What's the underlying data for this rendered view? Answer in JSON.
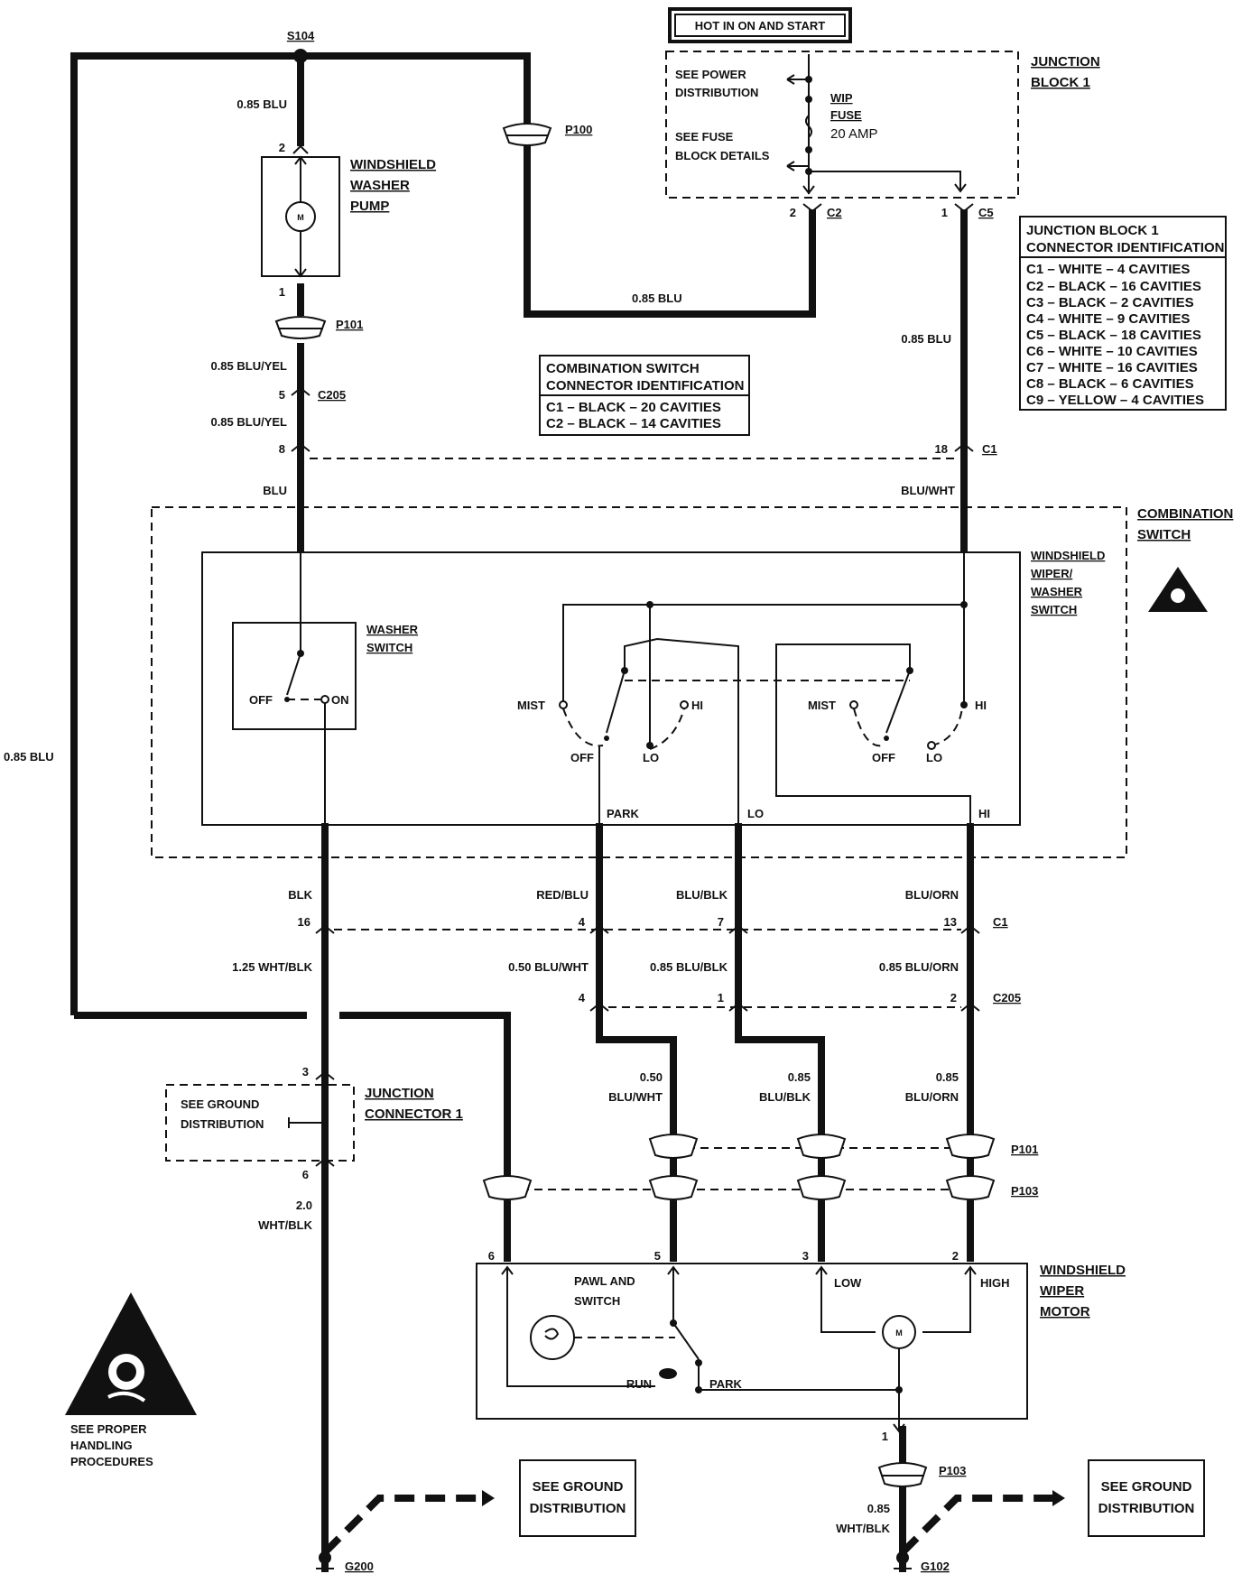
{
  "hot_banner": "HOT IN ON AND START",
  "junction_block_1": {
    "title": [
      "JUNCTION",
      "BLOCK 1"
    ],
    "see_power": [
      "SEE POWER",
      "DISTRIBUTION"
    ],
    "see_fuse": [
      "SEE FUSE",
      "BLOCK DETAILS"
    ],
    "fuse_name": [
      "WIP",
      "FUSE"
    ],
    "fuse_rating": "20 AMP"
  },
  "jb1_connector_id": {
    "title": [
      "JUNCTION BLOCK 1",
      "CONNECTOR IDENTIFICATION"
    ],
    "rows": [
      "C1 – WHITE – 4 CAVITIES",
      "C2 – BLACK – 16 CAVITIES",
      "C3 – BLACK – 2 CAVITIES",
      "C4 – WHITE – 9 CAVITIES",
      "C5 – BLACK – 18 CAVITIES",
      "C6 – WHITE – 10 CAVITIES",
      "C7 – WHITE – 16 CAVITIES",
      "C8 – BLACK – 6 CAVITIES",
      "C9 – YELLOW – 4 CAVITIES"
    ]
  },
  "combo_connector_id": {
    "title": [
      "COMBINATION SWITCH",
      "CONNECTOR IDENTIFICATION"
    ],
    "rows": [
      "C1 – BLACK – 20 CAVITIES",
      "C2 – BLACK – 14 CAVITIES"
    ]
  },
  "splice": "S104",
  "connectors": {
    "p100": "P100",
    "p101": "P101",
    "p103": "P103",
    "c205": "C205",
    "c1": "C1",
    "c2": "C2",
    "c5": "C5"
  },
  "wires": {
    "blu_085": "0.85 BLU",
    "blu_yel_085": "0.85 BLU/YEL",
    "blu": "BLU",
    "blu_wht": "BLU/WHT",
    "blk": "BLK",
    "red_blu": "RED/BLU",
    "blu_blk": "BLU/BLK",
    "blu_orn": "BLU/ORN",
    "wht_blk_125": "1.25 WHT/BLK",
    "blu_wht_050": "0.50 BLU/WHT",
    "blu_blk_085": "0.85 BLU/BLK",
    "blu_orn_085": "0.85 BLU/ORN",
    "stack_050": "0.50",
    "stack_085": "0.85",
    "stack_blu_wht": "BLU/WHT",
    "stack_blu_blk": "BLU/BLK",
    "stack_blu_orn": "BLU/ORN",
    "stack_20": "2.0",
    "stack_wht_blk": "WHT/BLK"
  },
  "pins": {
    "p2": "2",
    "p1": "1",
    "p5": "5",
    "p8": "8",
    "p18": "18",
    "p16": "16",
    "p4": "4",
    "p7": "7",
    "p13": "13",
    "p3": "3",
    "p6": "6"
  },
  "components": {
    "washer_pump": [
      "WINDSHIELD",
      "WASHER",
      "PUMP"
    ],
    "combination_switch": [
      "COMBINATION",
      "SWITCH"
    ],
    "wiper_washer_switch": [
      "WINDSHIELD",
      "WIPER/",
      "WASHER",
      "SWITCH"
    ],
    "washer_switch": [
      "WASHER",
      "SWITCH"
    ],
    "junction_connector": [
      "JUNCTION",
      "CONNECTOR 1"
    ],
    "wiper_motor": [
      "WINDSHIELD",
      "WIPER",
      "MOTOR"
    ],
    "pawl_switch": [
      "PAWL AND",
      "SWITCH"
    ]
  },
  "switch_positions": {
    "off": "OFF",
    "on": "ON",
    "mist": "MIST",
    "hi": "HI",
    "lo": "LO",
    "park": "PARK",
    "lo_out": "LO",
    "hi_out": "HI",
    "low": "LOW",
    "high": "HIGH",
    "run": "RUN",
    "motor": "M"
  },
  "ground": {
    "see_ground": [
      "SEE GROUND",
      "DISTRIBUTION"
    ],
    "see_ground_junction": [
      "SEE GROUND",
      "DISTRIBUTION"
    ],
    "g200": "G200",
    "g102": "G102"
  },
  "handling": [
    "SEE PROPER",
    "HANDLING",
    "PROCEDURES"
  ]
}
